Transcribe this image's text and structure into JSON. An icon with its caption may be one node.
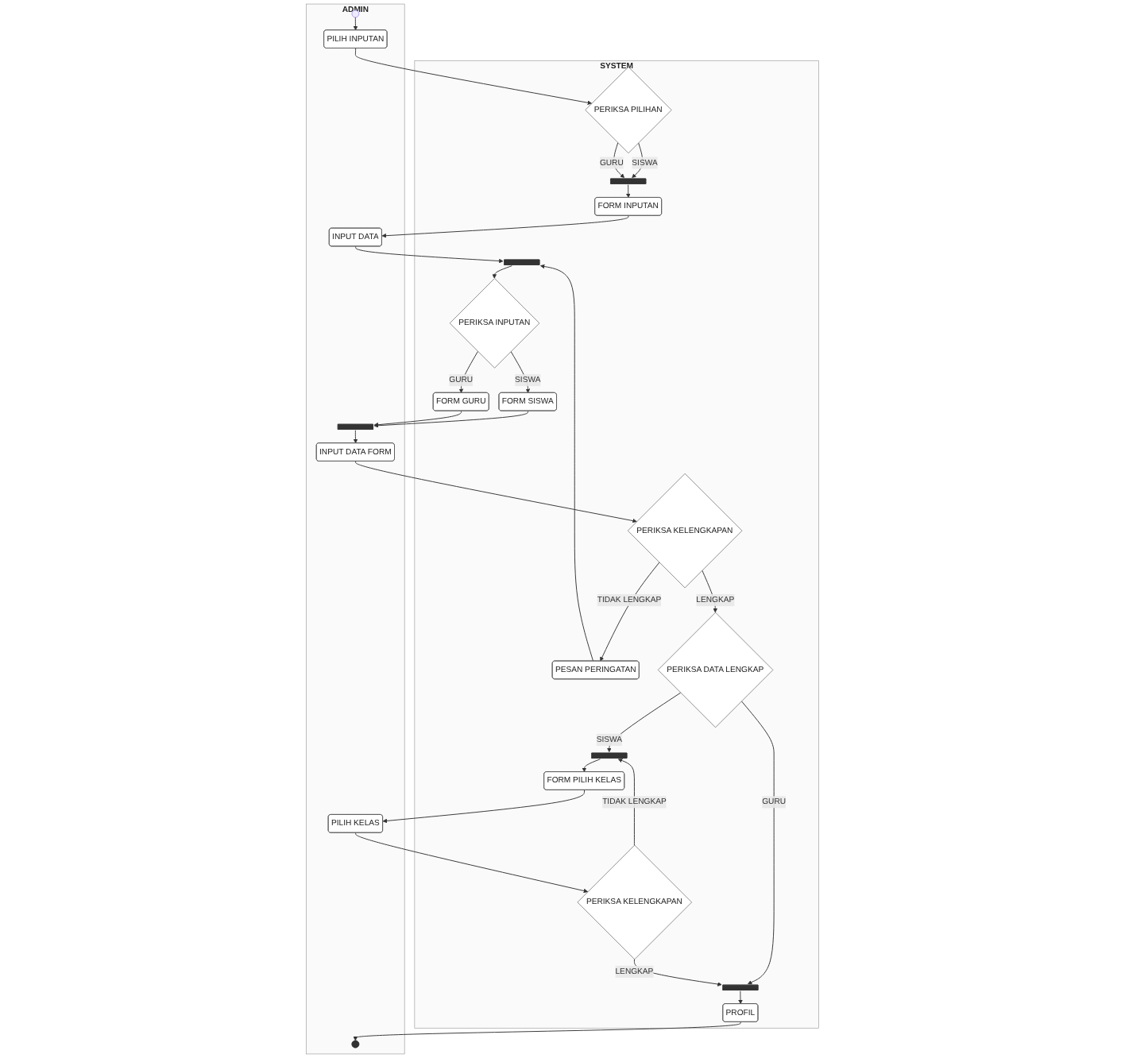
{
  "diagram": {
    "nodes": [
      {
        "text": [
          "ADMIN"
        ]
      },
      {
        "text": [
          "SYSTEM"
        ]
      },
      {
        "text": [],
        "shape": "circle",
        "in": 0
      },
      {
        "text": [
          "PILIH INPUTAN"
        ],
        "in": 0
      },
      {
        "text": [
          "PERIKSA PILIHAN"
        ],
        "in": 1
      },
      {
        "text": [],
        "shape": "bar",
        "in": 1
      },
      {
        "text": [
          "INPUT DATA"
        ],
        "in": 0
      },
      {
        "text": [
          "FORM INPUTAN"
        ],
        "in": 1
      },
      {
        "text": [],
        "shape": "bar",
        "in": 1
      },
      {
        "text": [
          "PERIKSA INPUTAN"
        ],
        "in": 1
      },
      {
        "text": [
          "FORM GURU"
        ],
        "in": 1
      },
      {
        "text": [
          "FORM SISWA"
        ],
        "in": 1
      },
      {
        "text": [],
        "shape": "bar",
        "in": 0
      },
      {
        "text": [
          "INPUT DATA FORM"
        ],
        "in": 0
      },
      {
        "text": [
          "PERIKSA KELENGKAPAN"
        ],
        "in": 1
      },
      {
        "text": [
          "PESAN PERINGATAN"
        ],
        "in": 1
      },
      {
        "text": [
          "PERIKSA DATA LENGKAP"
        ],
        "in": 1
      },
      {
        "text": [],
        "shape": "bar",
        "in": 1
      },
      {
        "text": [
          "PILIH KELAS"
        ],
        "in": 0
      },
      {
        "text": [
          "FORM PILIH KELAS"
        ],
        "in": 1
      },
      {
        "text": [
          "PERIKSA KELENGKAPAN"
        ],
        "in": 1
      },
      {
        "text": [],
        "shape": "bar",
        "in": 1
      },
      {
        "text": [],
        "shape": "circle",
        "in": 0
      },
      {
        "text": [
          "PROFIL"
        ],
        "in": 1
      }
    ],
    "edges": [
      {
        "from": 2,
        "to": 3,
        "arrow": "to"
      },
      {
        "from": 3,
        "to": 4,
        "arrow": "to"
      },
      {
        "from": 4,
        "to": 5,
        "label": "SISWA",
        "arrow": "to"
      },
      {
        "from": 4,
        "to": 5,
        "label": "GURU",
        "arrow": "to"
      },
      {
        "from": 5,
        "to": 7,
        "arrow": "to"
      },
      {
        "from": 7,
        "to": 6,
        "arrow": "to"
      },
      {
        "from": 6,
        "to": 8,
        "arrow": "to"
      },
      {
        "from": 15,
        "to": 8,
        "arrow": "to"
      },
      {
        "from": 8,
        "to": 9,
        "arrow": "to"
      },
      {
        "from": 9,
        "to": 10,
        "label": "GURU",
        "arrow": "to"
      },
      {
        "from": 9,
        "to": 11,
        "label": "SISWA",
        "arrow": "to"
      },
      {
        "from": 11,
        "to": 12,
        "arrow": "to"
      },
      {
        "from": 10,
        "to": 12,
        "arrow": "to"
      },
      {
        "from": 12,
        "to": 13,
        "arrow": "to"
      },
      {
        "from": 13,
        "to": 14,
        "arrow": "to"
      },
      {
        "from": 14,
        "to": 15,
        "label": "TIDAK LENGKAP",
        "arrow": "to"
      },
      {
        "from": 14,
        "to": 16,
        "label": "LENGKAP",
        "arrow": "to"
      },
      {
        "from": 16,
        "to": 17,
        "label": "SISWA",
        "arrow": "to"
      },
      {
        "from": 16,
        "to": 21,
        "label": "GURU",
        "arrow": "to"
      },
      {
        "from": 17,
        "to": 19,
        "arrow": "to"
      },
      {
        "from": 19,
        "to": 18,
        "arrow": "to"
      },
      {
        "from": 18,
        "to": 20,
        "arrow": "to"
      },
      {
        "from": 20,
        "to": 17,
        "label": "TIDAK LENGKAP",
        "arrow": "to"
      },
      {
        "from": 20,
        "to": 21,
        "label": "LENGKAP",
        "arrow": "to"
      },
      {
        "from": 21,
        "to": 23,
        "arrow": "to"
      },
      {
        "from": 23,
        "to": 22,
        "arrow": "to"
      }
    ]
  }
}
